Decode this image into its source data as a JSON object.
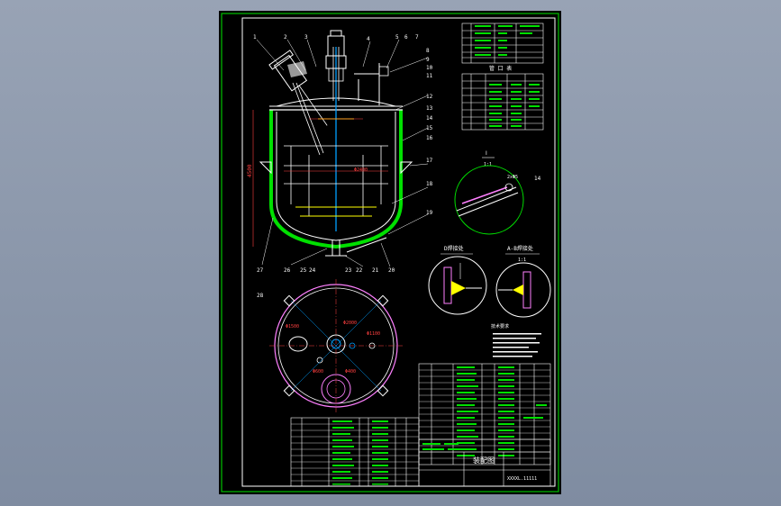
{
  "drawing": {
    "title_block": {
      "drawing_name": "装配图",
      "drawing_code": "XXXXL.11111"
    },
    "views": {
      "section_detail_label": "Ⅰ",
      "section_detail_scale": "1:1",
      "weld_detail_D_label": "D焊接处",
      "weld_detail_AB_label": "A-B焊接处",
      "weld_detail_scale": "1:1"
    },
    "balloons": [
      "1",
      "2",
      "3",
      "4",
      "5",
      "6",
      "7",
      "8",
      "9",
      "10",
      "11",
      "12",
      "13",
      "14",
      "15",
      "16",
      "17",
      "18",
      "19",
      "20",
      "21",
      "22",
      "23",
      "24",
      "25",
      "26",
      "27",
      "28"
    ],
    "dimensions": {
      "plan_dia_main": "Φ2000",
      "plan_dia_a": "Φ1500",
      "plan_dia_b": "Φ1100",
      "plan_dia_c": "Φ600",
      "plan_dia_d": "Φ400",
      "height_overall": "4500",
      "shell_dia": "Φ2400",
      "detail_dim": "2xΦ5",
      "detail_ref": "14"
    },
    "tables": {
      "nozzle_table_title": "管 口 表",
      "parts_list_title": "明细表",
      "tech_requirements_title": "技术要求"
    }
  }
}
